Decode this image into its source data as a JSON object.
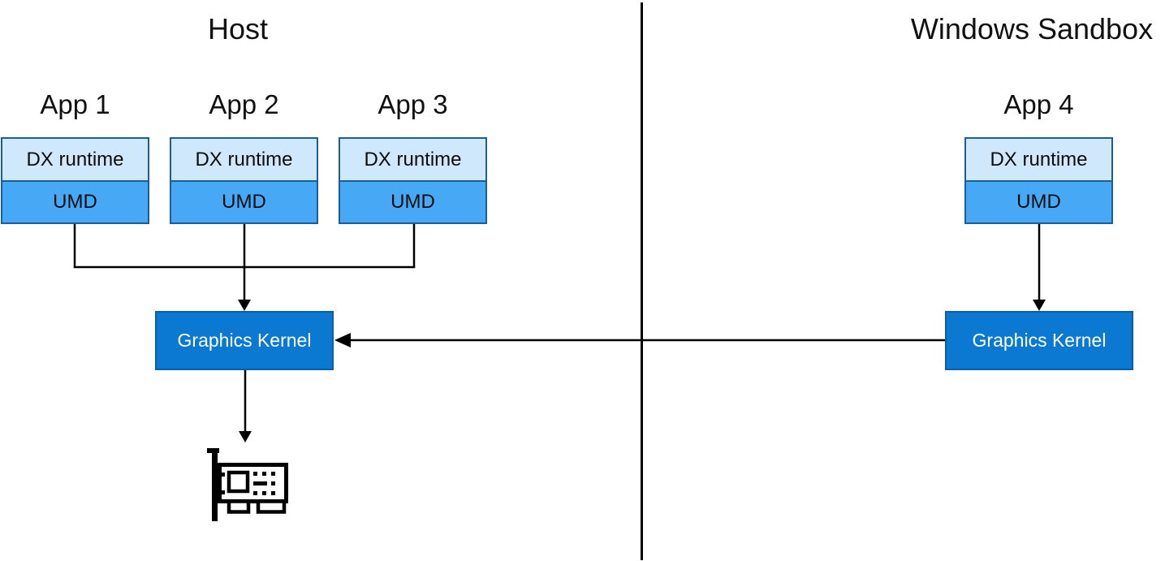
{
  "colors": {
    "dx_fill": "#cfe8fb",
    "umd_fill": "#47a9f5",
    "box_border": "#1b5e97",
    "kernel_fill": "#0b79d2",
    "kernel_border": "#0a5fa8",
    "kernel_text": "#ffffff",
    "line": "#000000"
  },
  "host": {
    "title": "Host",
    "apps": [
      {
        "label": "App 1",
        "dx": "DX runtime",
        "umd": "UMD"
      },
      {
        "label": "App 2",
        "dx": "DX runtime",
        "umd": "UMD"
      },
      {
        "label": "App 3",
        "dx": "DX runtime",
        "umd": "UMD"
      }
    ],
    "kernel": "Graphics Kernel"
  },
  "sandbox": {
    "title": "Windows Sandbox",
    "app": {
      "label": "App 4",
      "dx": "DX runtime",
      "umd": "UMD"
    },
    "kernel": "Graphics Kernel"
  }
}
